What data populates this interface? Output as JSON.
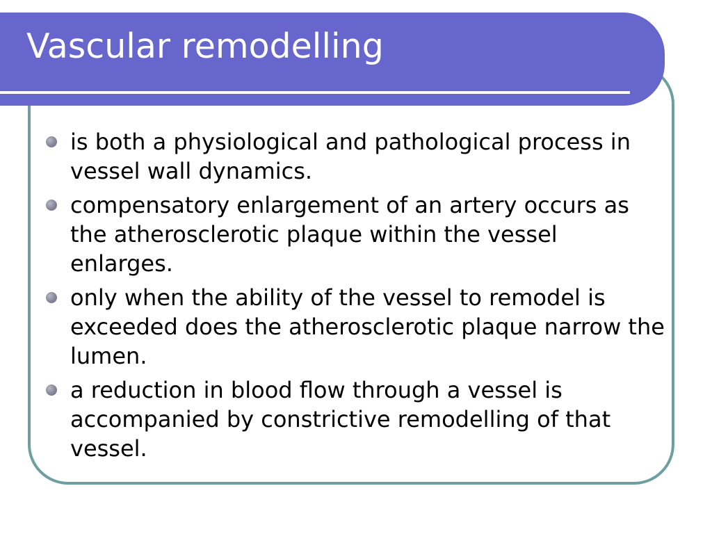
{
  "slide": {
    "title": "Vascular remodelling",
    "bullets": [
      "is both a physiological and pathological process in vessel wall dynamics.",
      "compensatory enlargement of an artery occurs as the atherosclerotic plaque within the vessel enlarges.",
      "only when the ability of the vessel to remodel is exceeded does the atherosclerotic plaque narrow the lumen.",
      "a reduction in blood flow through a vessel is accompanied by constrictive remodelling of that vessel."
    ]
  },
  "colors": {
    "title_band": "#6666cc",
    "frame_border": "#6e9fa0",
    "title_text": "#ffffff",
    "body_text": "#000000"
  },
  "icons": {
    "bullet": "bullet-dot-icon"
  }
}
